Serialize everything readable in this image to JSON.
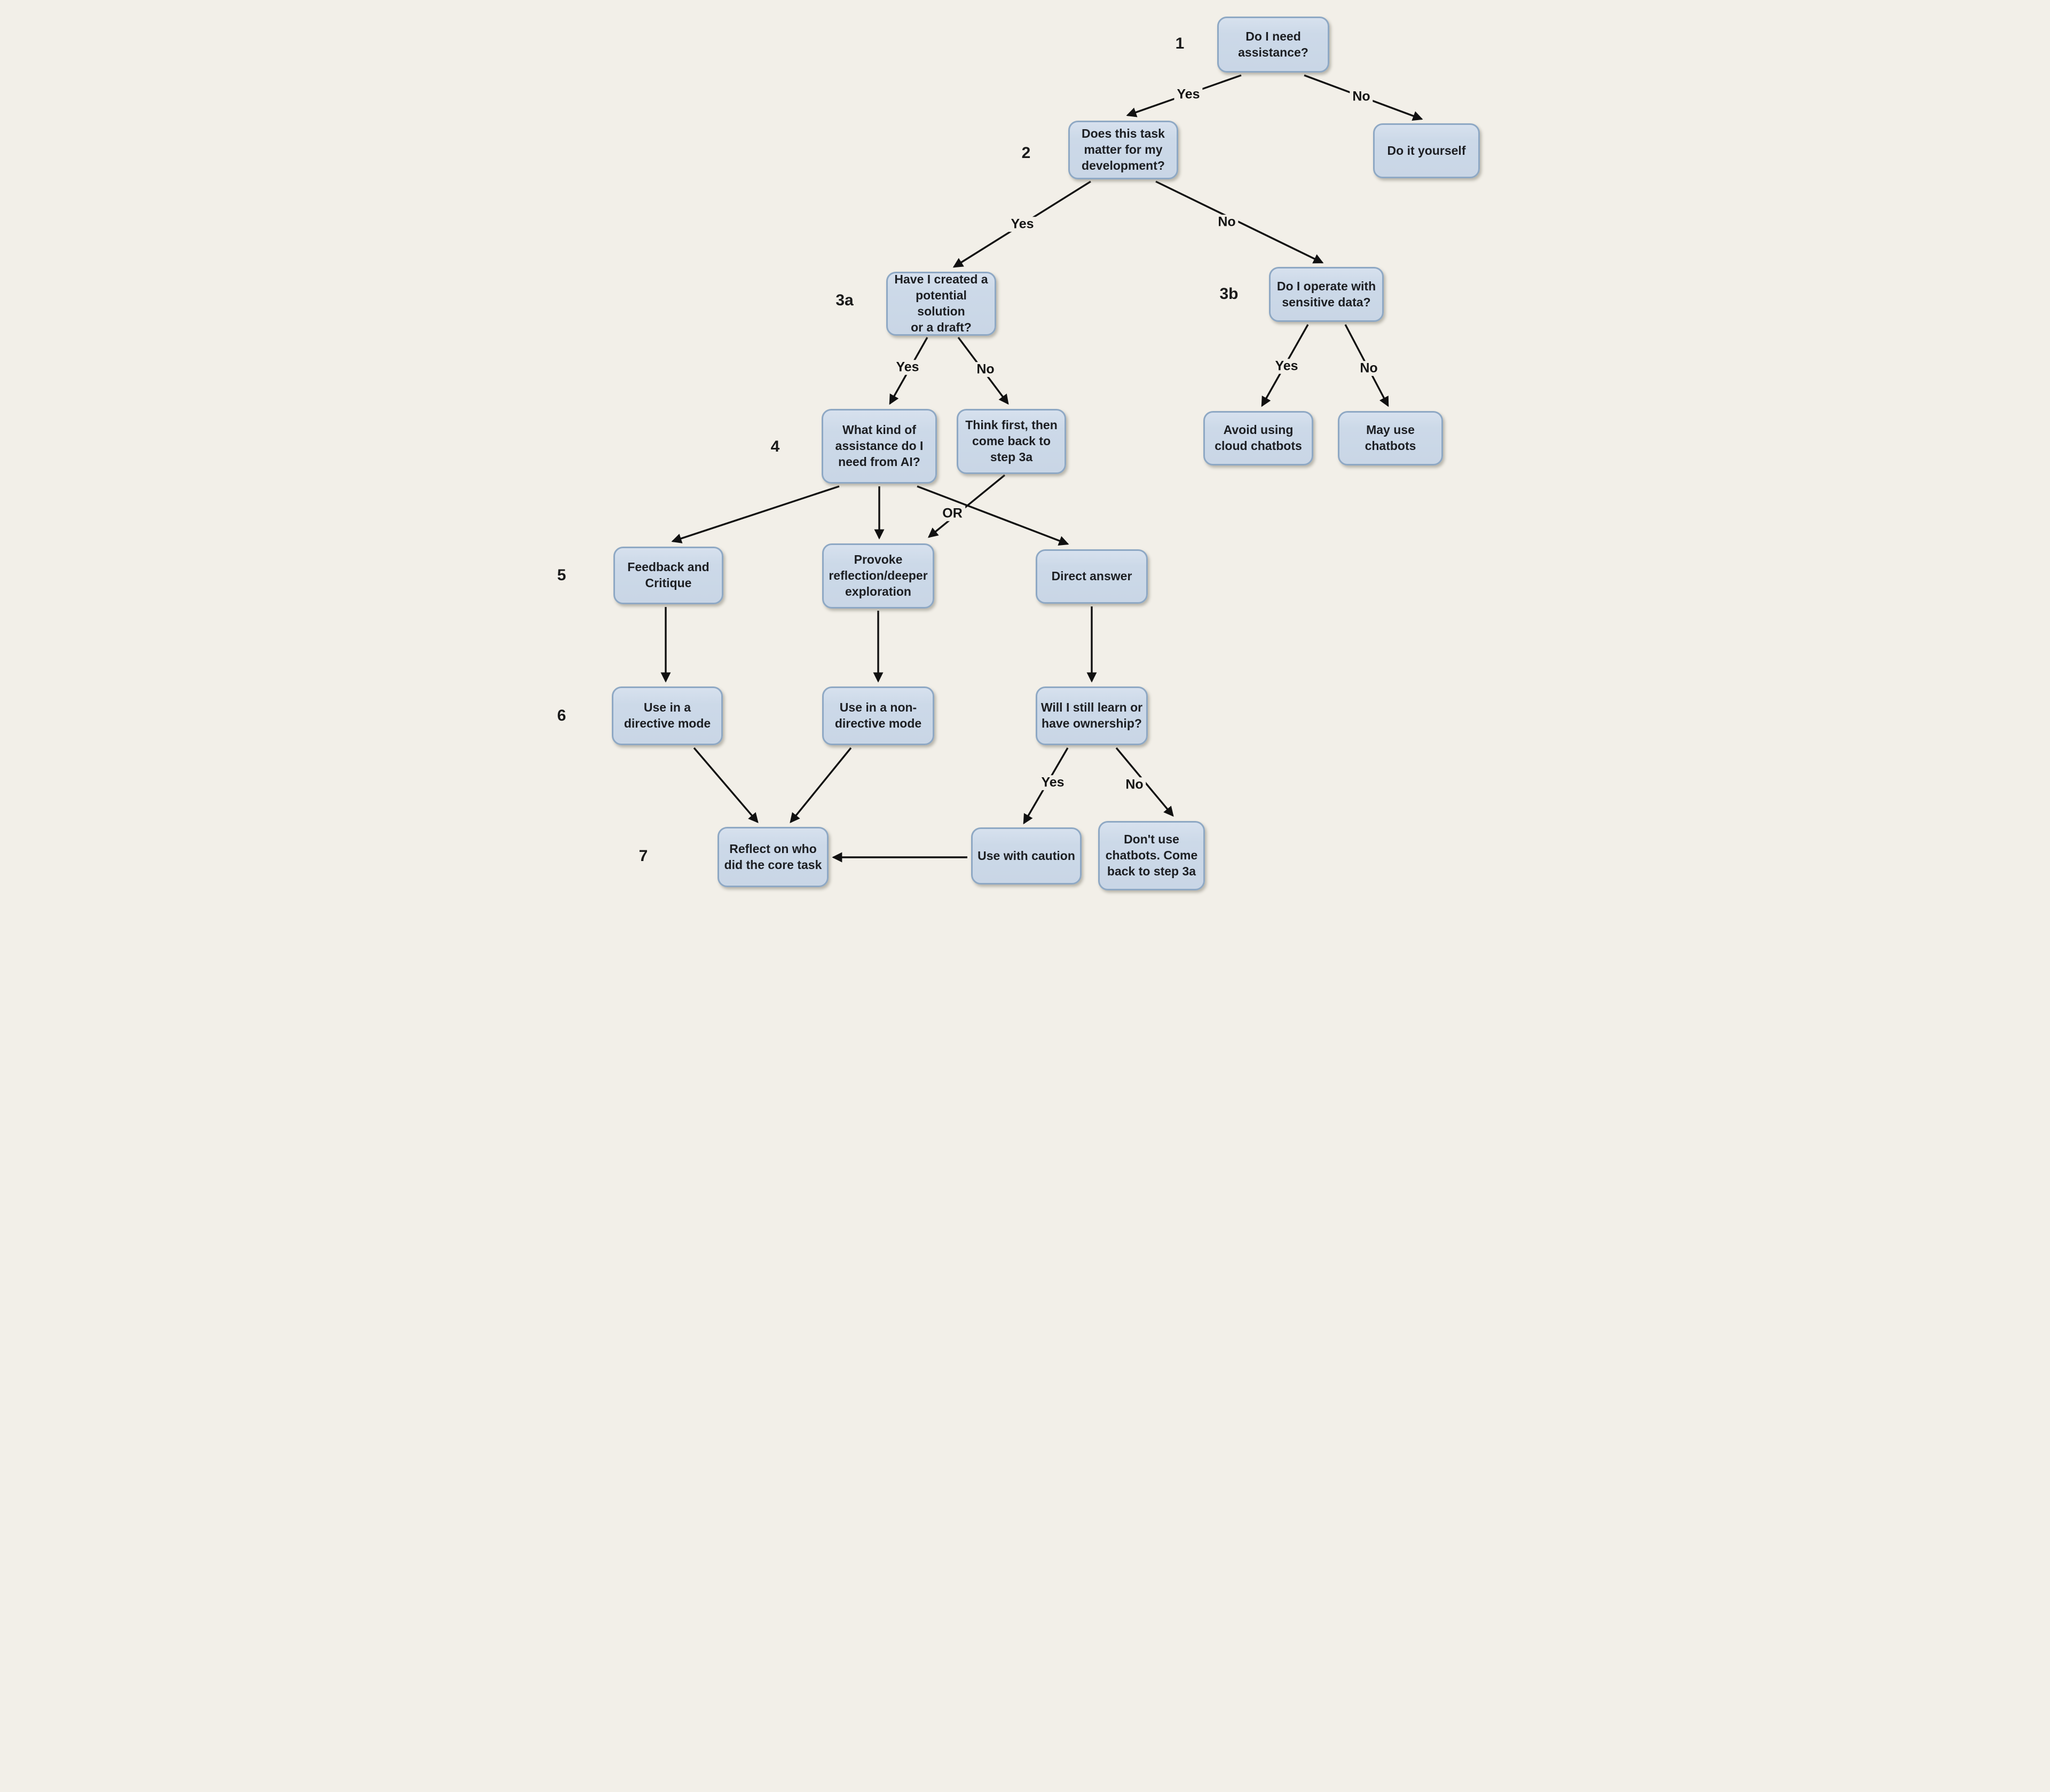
{
  "title": "AI assistance decision flowchart",
  "colors": {
    "background": "#f2efe8",
    "node_fill": "#ccd9e8",
    "node_border": "#8ea8c4",
    "arrow": "#111111",
    "text": "#1c1e22"
  },
  "nodes": {
    "q1": {
      "step": "1",
      "label": "Do I need\nassistance?"
    },
    "diy": {
      "label": "Do it yourself"
    },
    "q2": {
      "step": "2",
      "label": "Does this task\nmatter for my\ndevelopment?"
    },
    "q3a": {
      "step": "3a",
      "label": "Have I created a\npotential solution\nor a draft?"
    },
    "q3b": {
      "step": "3b",
      "label": "Do I operate with\nsensitive data?"
    },
    "q4": {
      "step": "4",
      "label": "What kind of\nassistance do I\nneed from AI?"
    },
    "think_first": {
      "label": "Think first, then\ncome back to\nstep 3a"
    },
    "avoid_cloud": {
      "label": "Avoid using\ncloud chatbots"
    },
    "may_use": {
      "label": "May use\nchatbots"
    },
    "feedback": {
      "step": "5",
      "label": "Feedback and\nCritique"
    },
    "provoke": {
      "label": "Provoke\nreflection/deeper\nexploration"
    },
    "direct_answer": {
      "label": "Direct answer"
    },
    "directive": {
      "step": "6",
      "label": "Use in a\ndirective mode"
    },
    "non_directive": {
      "label": "Use in a non-\ndirective mode"
    },
    "ownership": {
      "label": "Will I still learn or\nhave ownership?"
    },
    "reflect": {
      "step": "7",
      "label": "Reflect on who\ndid the core task"
    },
    "caution": {
      "label": "Use with caution"
    },
    "dont_use": {
      "label": "Don't use\nchatbots. Come\nback to step 3a"
    }
  },
  "edges": [
    {
      "from": "q1",
      "to": "q2",
      "label": "Yes"
    },
    {
      "from": "q1",
      "to": "diy",
      "label": "No"
    },
    {
      "from": "q2",
      "to": "q3a",
      "label": "Yes"
    },
    {
      "from": "q2",
      "to": "q3b",
      "label": "No"
    },
    {
      "from": "q3a",
      "to": "q4",
      "label": "Yes"
    },
    {
      "from": "q3a",
      "to": "think_first",
      "label": "No"
    },
    {
      "from": "q3b",
      "to": "avoid_cloud",
      "label": "Yes"
    },
    {
      "from": "q3b",
      "to": "may_use",
      "label": "No"
    },
    {
      "from": "q4",
      "to": "feedback",
      "label": ""
    },
    {
      "from": "q4",
      "to": "provoke",
      "label": ""
    },
    {
      "from": "q4",
      "to": "direct_answer",
      "label": ""
    },
    {
      "from": "think_first",
      "to": "provoke",
      "label": "OR"
    },
    {
      "from": "feedback",
      "to": "directive",
      "label": ""
    },
    {
      "from": "provoke",
      "to": "non_directive",
      "label": ""
    },
    {
      "from": "direct_answer",
      "to": "ownership",
      "label": ""
    },
    {
      "from": "directive",
      "to": "reflect",
      "label": ""
    },
    {
      "from": "non_directive",
      "to": "reflect",
      "label": ""
    },
    {
      "from": "ownership",
      "to": "caution",
      "label": "Yes"
    },
    {
      "from": "ownership",
      "to": "dont_use",
      "label": "No"
    },
    {
      "from": "caution",
      "to": "reflect",
      "label": ""
    }
  ]
}
